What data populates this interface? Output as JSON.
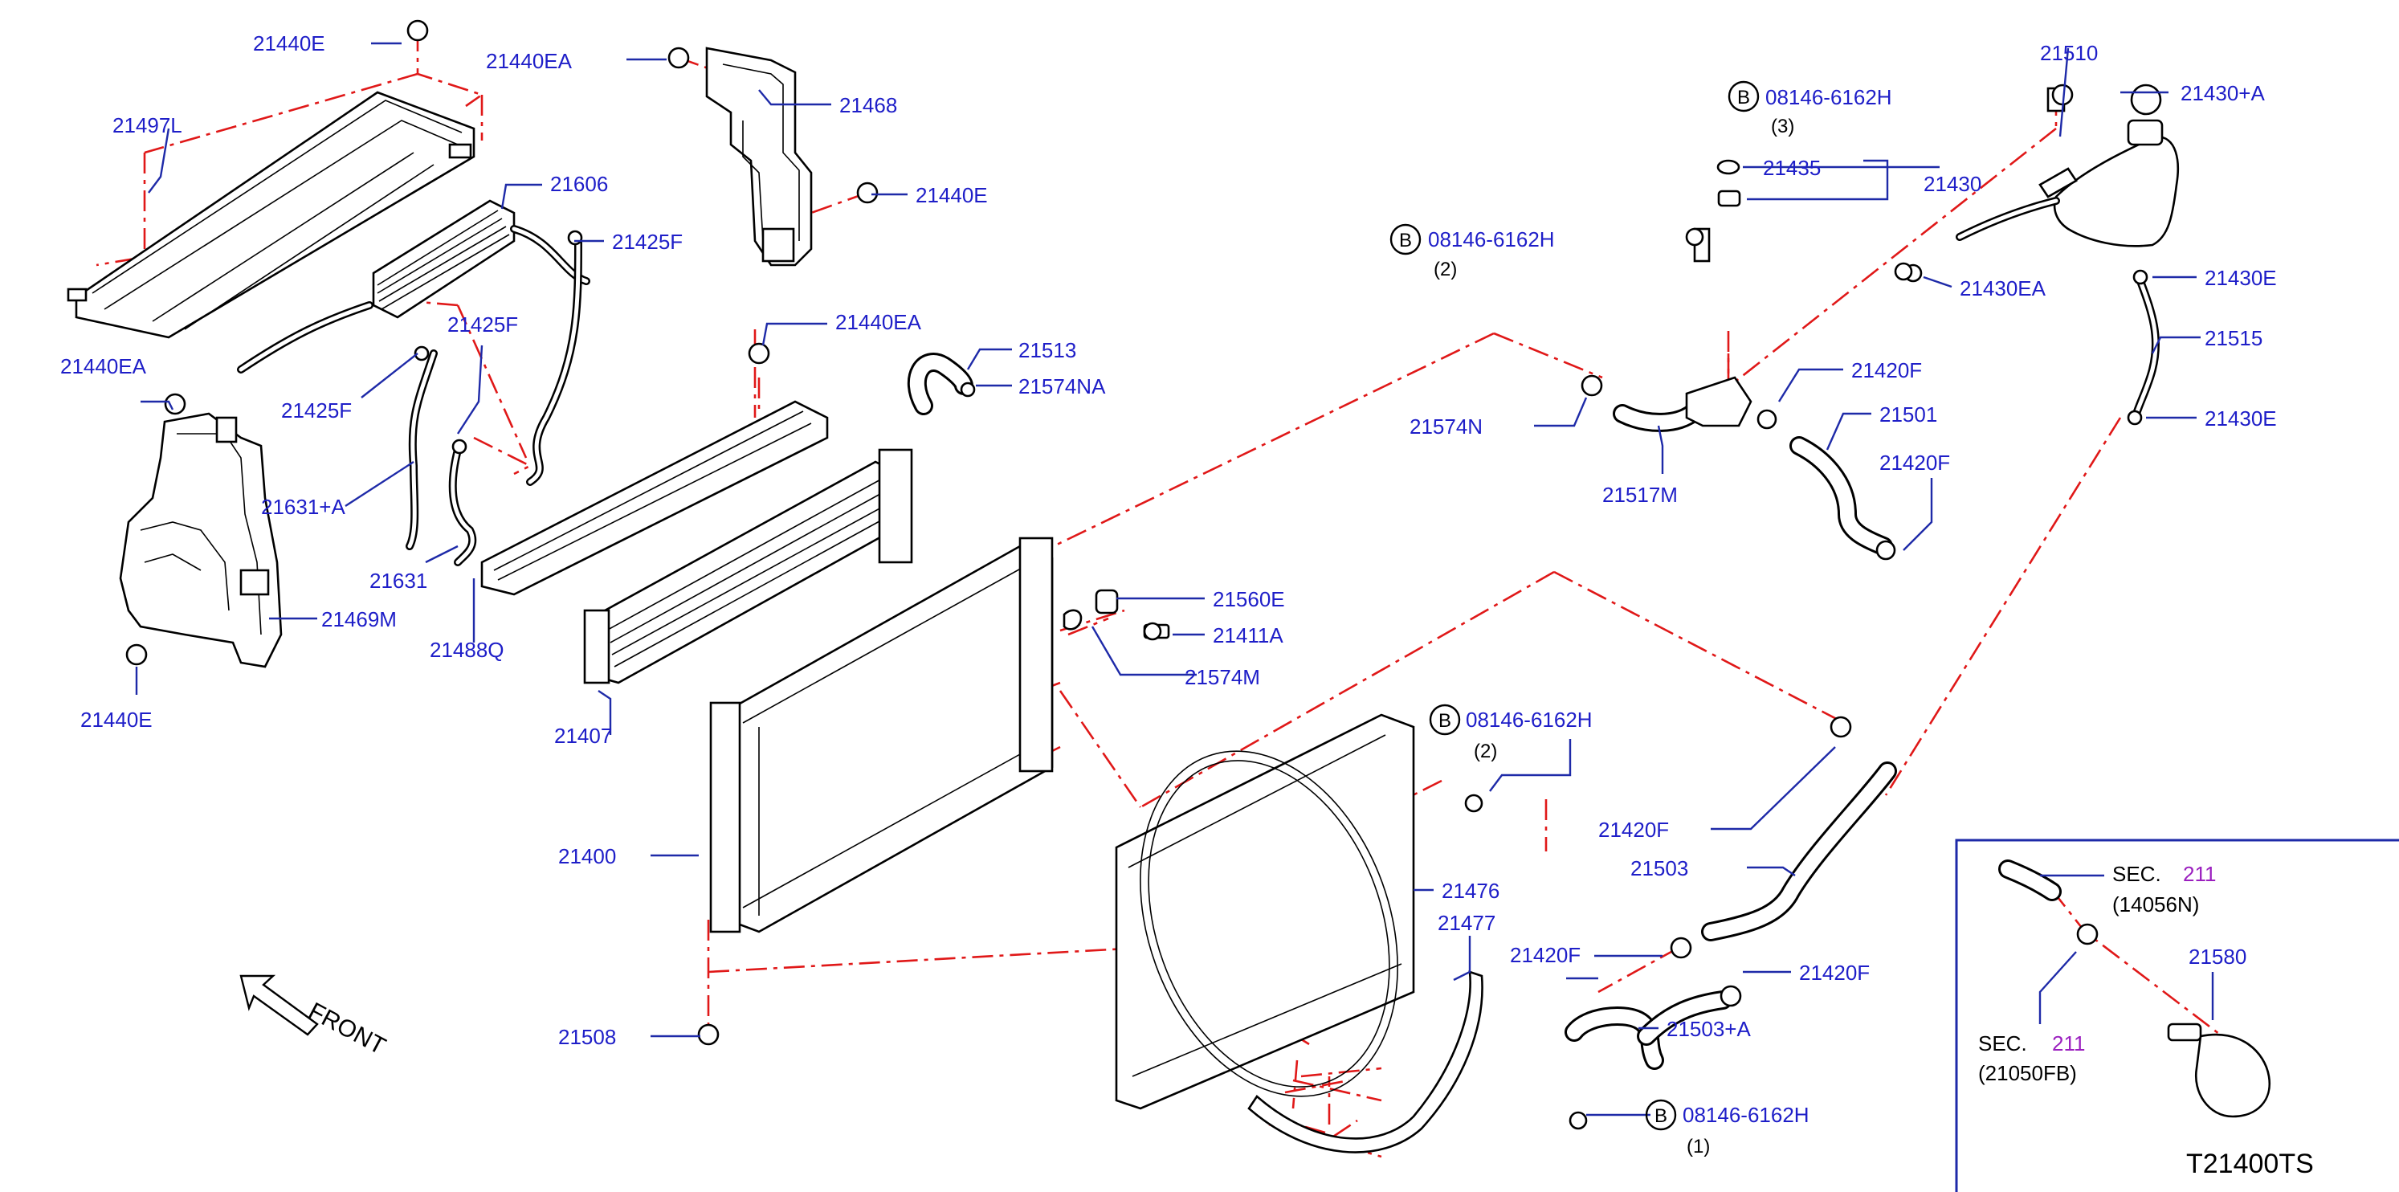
{
  "diagram": {
    "code": "T21400TS",
    "front_label": "FRONT",
    "bolt_marker": "B",
    "labels": {
      "p21440E_top": "21440E",
      "p21440EA_top": "21440EA",
      "p21497L": "21497L",
      "p21468": "21468",
      "p21606": "21606",
      "p21440E_mid": "21440E",
      "p21425F_a": "21425F",
      "p21425F_b": "21425F",
      "p21425F_c": "21425F",
      "p21440EA_left": "21440EA",
      "p21440EA_mid": "21440EA",
      "p21513": "21513",
      "p21574NA": "21574NA",
      "p21631A": "21631+A",
      "p21631": "21631",
      "p21469M": "21469M",
      "p21488Q": "21488Q",
      "p21440E_bottom": "21440E",
      "p21407": "21407",
      "p21560E": "21560E",
      "p21411A": "21411A",
      "p21574M": "21574M",
      "p21400": "21400",
      "p21508": "21508",
      "p21476": "21476",
      "p21477": "21477",
      "p21510": "21510",
      "p21430A": "21430+A",
      "p21435": "21435",
      "p21430": "21430",
      "p21430EA": "21430EA",
      "p21430E_a": "21430E",
      "p21515": "21515",
      "p21430E_b": "21430E",
      "p21420F_a": "21420F",
      "p21501": "21501",
      "p21420F_b": "21420F",
      "p21574N": "21574N",
      "p21517M": "21517M",
      "p21420F_c": "21420F",
      "p21503": "21503",
      "p21420F_d": "21420F",
      "p21420F_e": "21420F",
      "p21503A": "21503+A",
      "p21580": "21580"
    },
    "bolts": {
      "b3_num": "08146-6162H",
      "b3_qty": "(3)",
      "b2a_num": "08146-6162H",
      "b2a_qty": "(2)",
      "b2b_num": "08146-6162H",
      "b2b_qty": "(2)",
      "b1_num": "08146-6162H",
      "b1_qty": "(1)"
    },
    "inset": {
      "sec_word": "SEC.",
      "sec_a_num": "211",
      "sec_a_ref": "(14056N)",
      "sec_b_num": "211",
      "sec_b_ref": "(21050FB)"
    },
    "colors": {
      "label_blue": "#1e1ec8",
      "leader_blue": "#1e2aa8",
      "dash_red": "#e01818",
      "section_purple": "#9b1fbf"
    }
  }
}
